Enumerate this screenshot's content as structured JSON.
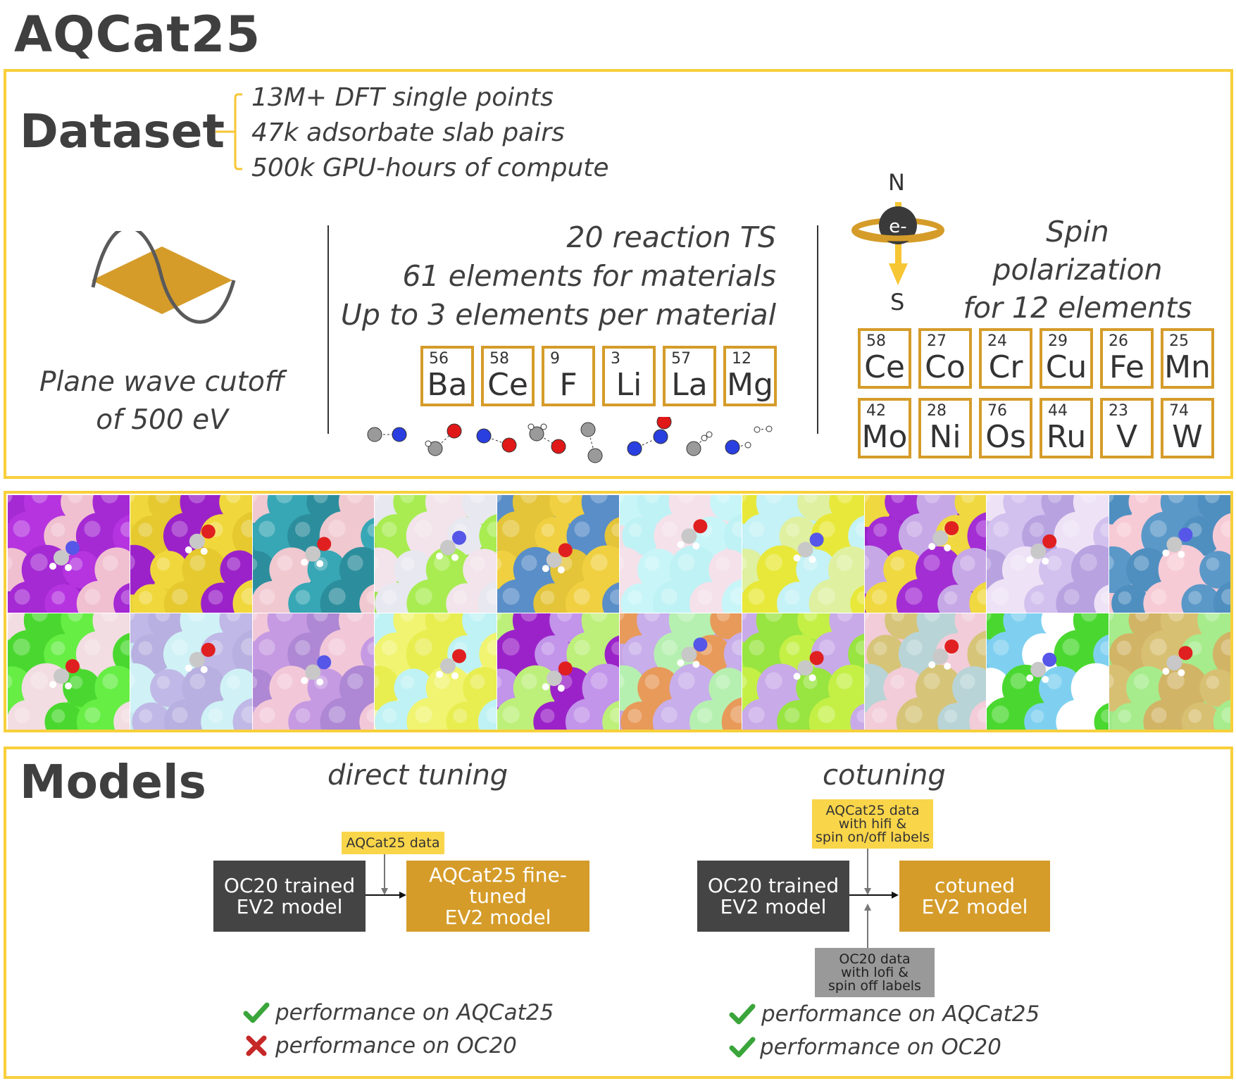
{
  "title": "AQCat25",
  "dataset": {
    "heading": "Dataset",
    "stats": [
      "13M+ DFT single points",
      "47k adsorbate slab pairs",
      "500k GPU-hours of compute"
    ],
    "cutoff_lines": [
      "Plane wave cutoff",
      "of 500 eV"
    ],
    "reaction_lines": [
      "20 reaction TS",
      "61 elements for materials",
      "Up to 3 elements per material"
    ],
    "material_elements": [
      {
        "num": "56",
        "sym": "Ba"
      },
      {
        "num": "58",
        "sym": "Ce"
      },
      {
        "num": "9",
        "sym": "F"
      },
      {
        "num": "3",
        "sym": "Li"
      },
      {
        "num": "57",
        "sym": "La"
      },
      {
        "num": "12",
        "sym": "Mg"
      }
    ],
    "spin": {
      "north": "N",
      "south": "S",
      "electron": "e-",
      "lines": [
        "Spin polarization",
        "for 12 elements"
      ]
    },
    "spin_elements": [
      {
        "num": "58",
        "sym": "Ce"
      },
      {
        "num": "27",
        "sym": "Co"
      },
      {
        "num": "24",
        "sym": "Cr"
      },
      {
        "num": "29",
        "sym": "Cu"
      },
      {
        "num": "26",
        "sym": "Fe"
      },
      {
        "num": "25",
        "sym": "Mn"
      },
      {
        "num": "42",
        "sym": "Mo"
      },
      {
        "num": "28",
        "sym": "Ni"
      },
      {
        "num": "76",
        "sym": "Os"
      },
      {
        "num": "44",
        "sym": "Ru"
      },
      {
        "num": "23",
        "sym": "V"
      },
      {
        "num": "74",
        "sym": "W"
      }
    ]
  },
  "gallery": {
    "tiles": [
      {
        "bg": "#9b22c9",
        "spheres": [
          "#a52ad4",
          "#b534e0",
          "#f0c0d0"
        ]
      },
      {
        "bg": "#e8d23a",
        "spheres": [
          "#9b22c9",
          "#f0d83c",
          "#e5c92e"
        ]
      },
      {
        "bg": "#2e9aa8",
        "spheres": [
          "#37a7b5",
          "#2c8e9c",
          "#f0c8d0"
        ]
      },
      {
        "bg": "#9de04a",
        "spheres": [
          "#e8e8f0",
          "#a8ec52",
          "#f2e4ea"
        ]
      },
      {
        "bg": "#5d9fd4",
        "spheres": [
          "#f0d040",
          "#5a8ec8",
          "#e4c438"
        ]
      },
      {
        "bg": "#f2dfe6",
        "spheres": [
          "#bff2f5",
          "#f5e1ea",
          "#c8f6f8"
        ]
      },
      {
        "bg": "#bdf0f5",
        "spheres": [
          "#e8e83a",
          "#c4f2f6",
          "#dff0a0"
        ]
      },
      {
        "bg": "#9b22c9",
        "spheres": [
          "#c7a8e6",
          "#f0d840",
          "#a32ed4"
        ]
      },
      {
        "bg": "#c6b2e8",
        "spheres": [
          "#d2c0ee",
          "#b8a2e0",
          "#eee2f6"
        ]
      },
      {
        "bg": "#f7c6d2",
        "spheres": [
          "#4f8fc0",
          "#f7cbd6",
          "#5a98c8"
        ]
      },
      {
        "bg": "#5ee83a",
        "spheres": [
          "#66ee44",
          "#f2dde2",
          "#4ad830"
        ]
      },
      {
        "bg": "#c8e8f0",
        "spheres": [
          "#b8b0e0",
          "#d0f2f6",
          "#c0b8e6"
        ]
      },
      {
        "bg": "#c9a2e6",
        "spheres": [
          "#f2c8d8",
          "#c69ae2",
          "#ae88d4"
        ]
      },
      {
        "bg": "#f4f8b8",
        "spheres": [
          "#e8ee50",
          "#bff2f4",
          "#f0f470"
        ]
      },
      {
        "bg": "#a230d8",
        "spheres": [
          "#9b22c9",
          "#c294ea",
          "#bdf07a"
        ]
      },
      {
        "bg": "#c6a6e4",
        "spheres": [
          "#e89a5a",
          "#c8aeea",
          "#b6f0b0"
        ]
      },
      {
        "bg": "#a6ee44",
        "spheres": [
          "#c4f046",
          "#c8aae8",
          "#98e440"
        ]
      },
      {
        "bg": "#f2c8d6",
        "spheres": [
          "#d6c478",
          "#b8d4d6",
          "#f2ccd8"
        ]
      },
      {
        "bg": "#6fc8ee",
        "spheres": [
          "#4ad830",
          "#7fd0f0",
          "#ffffff"
        ]
      },
      {
        "bg": "#9ee88a",
        "spheres": [
          "#d8c072",
          "#a6ec8c",
          "#d2b466"
        ]
      }
    ]
  },
  "models": {
    "heading": "Models",
    "direct": {
      "label": "direct tuning",
      "input_label": "AQCat25 data",
      "source_box": [
        "OC20 trained",
        "EV2 model"
      ],
      "target_box": [
        "AQCat25 fine-tuned",
        "EV2 model"
      ],
      "results": [
        {
          "mark": "check",
          "text": "performance on AQCat25"
        },
        {
          "mark": "cross",
          "text": "performance on OC20"
        }
      ]
    },
    "cotuning": {
      "label": "cotuning",
      "input_top": [
        "AQCat25 data",
        "with hifi &",
        "spin on/off labels"
      ],
      "input_bottom": [
        "OC20 data",
        "with lofi &",
        "spin off labels"
      ],
      "source_box": [
        "OC20 trained",
        "EV2 model"
      ],
      "target_box": [
        "cotuned",
        "EV2 model"
      ],
      "results": [
        {
          "mark": "check",
          "text": "performance on AQCat25"
        },
        {
          "mark": "check",
          "text": "performance on OC20"
        }
      ]
    },
    "colors": {
      "check": "#3aa53a",
      "cross": "#c62828",
      "accent": "#d59c2a",
      "border": "#f7cf3b"
    }
  }
}
